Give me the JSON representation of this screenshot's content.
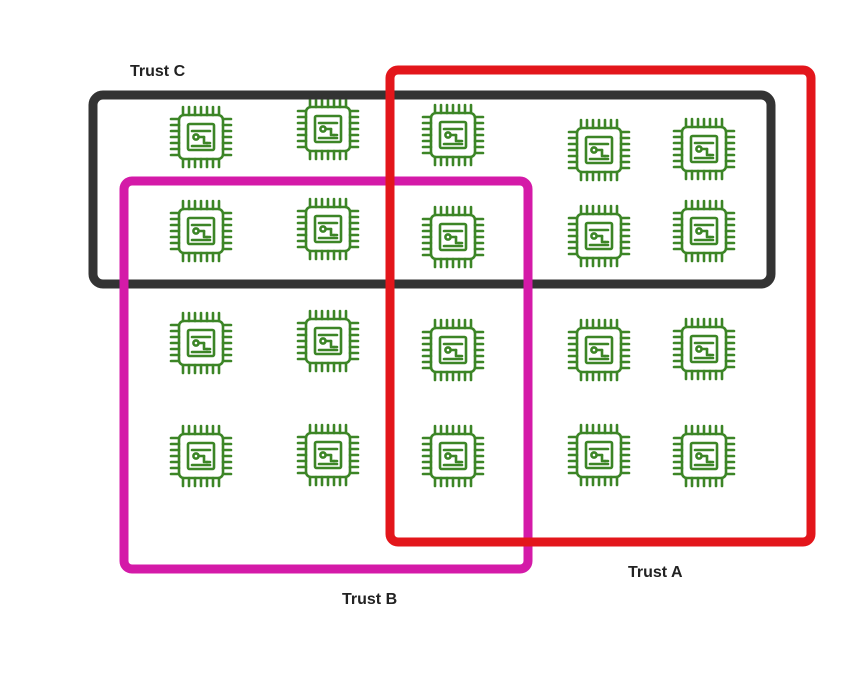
{
  "diagram": {
    "chip_icon": "cpu-chip-icon",
    "colors": {
      "chip": "#3c8526",
      "trust_a": "#e3161b",
      "trust_b": "#d41aa8",
      "trust_c": "#333333",
      "label": "#222222",
      "background": "#ffffff"
    },
    "chip_grid": {
      "rows": 4,
      "columns": 5,
      "count": 20
    },
    "trusts": [
      {
        "id": "trust-c",
        "label": "Trust C"
      },
      {
        "id": "trust-b",
        "label": "Trust B"
      },
      {
        "id": "trust-a",
        "label": "Trust A"
      }
    ]
  }
}
